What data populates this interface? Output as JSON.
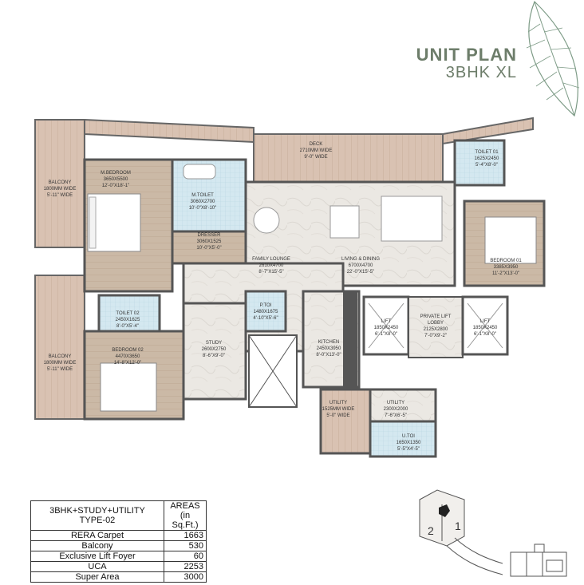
{
  "header": {
    "title": "UNIT PLAN",
    "subtitle": "3BHK XL"
  },
  "rooms": {
    "deck": {
      "name": "DECK",
      "dim1": "2710MM WIDE",
      "dim2": "9'-0\" WIDE"
    },
    "balcony_top": {
      "name": "BALCONY",
      "dim1": "1800MM WIDE",
      "dim2": "5'-11\" WIDE"
    },
    "balcony_bottom": {
      "name": "BALCONY",
      "dim1": "1800MM WIDE",
      "dim2": "5'-11\" WIDE"
    },
    "m_bedroom": {
      "name": "M.BEDROOM",
      "dim1": "3650X5500",
      "dim2": "12'-0\"X18'-1\""
    },
    "m_toilet": {
      "name": "M.TOILET",
      "dim1": "3060X2700",
      "dim2": "10'-0\"X8'-10\""
    },
    "dresser": {
      "name": "DRESSER",
      "dim1": "3060X1525",
      "dim2": "10'-0\"X5'-0\""
    },
    "family_lounge": {
      "name": "FAMILY LOUNGE",
      "dim1": "2610X4700",
      "dim2": "8'-7\"X15'-5\""
    },
    "living_dining": {
      "name": "LIVING & DINING",
      "dim1": "6700X4700",
      "dim2": "22'-0\"X15'-5\""
    },
    "toilet01": {
      "name": "TOILET 01",
      "dim1": "1625X2450",
      "dim2": "5'-4\"X8'-0\""
    },
    "bedroom01": {
      "name": "BEDROOM 01",
      "dim1": "3385X3950",
      "dim2": "11'-2\"X13'-0\""
    },
    "toilet02": {
      "name": "TOILET 02",
      "dim1": "2450X1625",
      "dim2": "8'-0\"X5'-4\""
    },
    "bedroom02": {
      "name": "BEDROOM 02",
      "dim1": "4470X3650",
      "dim2": "14'-8\"X12'-0\""
    },
    "ptoi": {
      "name": "P.TOI",
      "dim1": "1480X1675",
      "dim2": "4'-10\"X5'-6\""
    },
    "study": {
      "name": "STUDY",
      "dim1": "2600X2750",
      "dim2": "8'-6\"X9'-0\""
    },
    "kitchen": {
      "name": "KITCHEN",
      "dim1": "2450X3950",
      "dim2": "8'-0\"X13'-0\""
    },
    "lift_left": {
      "name": "LIFT",
      "dim1": "1850X2450",
      "dim2": "6'-1\"X8'-0\""
    },
    "lift_right": {
      "name": "LIFT",
      "dim1": "1850X2450",
      "dim2": "6'-1\"X8'-0\""
    },
    "lobby": {
      "name": "PRIVATE LIFT",
      "name2": "LOBBY",
      "dim1": "2125X2800",
      "dim2": "7'-0\"X9'-2\""
    },
    "utility_a": {
      "name": "UTILITY",
      "dim1": "1525MM WIDE",
      "dim2": "5'-0\" WIDE"
    },
    "utility_b": {
      "name": "UTILITY",
      "dim1": "2300X2000",
      "dim2": "7'-6\"X6'-5\""
    },
    "utoi": {
      "name": "U.TOI",
      "dim1": "1650X1350",
      "dim2": "5'-5\"X4'-5\""
    }
  },
  "area_table": {
    "header_left_1": "3BHK+STUDY+UTILITY",
    "header_left_2": "TYPE-02",
    "header_right_1": "AREAS",
    "header_right_2": "(in Sq.Ft.)",
    "rows": [
      {
        "label": "RERA Carpet",
        "value": "1663"
      },
      {
        "label": "Balcony",
        "value": "530"
      },
      {
        "label": "Exclusive Lift Foyer",
        "value": "60"
      },
      {
        "label": "UCA",
        "value": "2253"
      },
      {
        "label": "Super Area",
        "value": "3000"
      }
    ]
  },
  "keyplan": {
    "label_1": "1",
    "label_2": "2"
  },
  "colors": {
    "title": "#6d7d6a",
    "deck": "#d9c2b2",
    "floor": "#ece9e4",
    "wall": "#555555",
    "water": "#cfe6ef"
  }
}
